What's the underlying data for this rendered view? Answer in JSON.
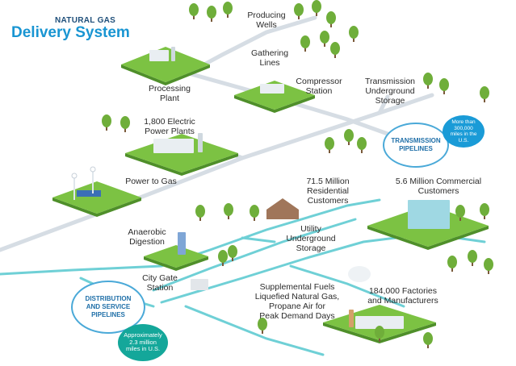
{
  "header": {
    "kicker": "NATURAL GAS",
    "title": "Delivery System"
  },
  "labels": {
    "producing_wells": "Producing\nWells",
    "gathering_lines": "Gathering\nLines",
    "processing_plant": "Processing\nPlant",
    "compressor_station": "Compressor\nStation",
    "transmission_storage": "Transmission\nUnderground\nStorage",
    "power_plants": "1,800 Electric\nPower Plants",
    "power_to_gas": "Power to Gas",
    "residential": "71.5 Million\nResidential\nCustomers",
    "commercial": "5.6 Million Commercial\nCustomers",
    "anaerobic": "Anaerobic\nDigestion",
    "utility_storage": "Utility\nUnderground\nStorage",
    "city_gate": "City Gate\nStation",
    "supplemental": "Supplemental Fuels\nLiquefied Natural Gas,\nPropane Air for\nPeak Demand Days",
    "factories": "184,000 Factories\nand Manufacturers"
  },
  "badges": {
    "transmission_pipelines": "TRANSMISSION\nPIPELINES",
    "transmission_miles": "More than\n300,000\nmiles in the\nU.S.",
    "distribution_pipelines": "DISTRIBUTION\nAND SERVICE\nPIPELINES",
    "distribution_miles": "Approximately\n2.3 million\nmiles in U.S."
  },
  "colors": {
    "pipe_gray": "#d6dde4",
    "pipe_teal": "#6fd0d6",
    "grass": "#7cc243",
    "grass_side": "#4f8f2a",
    "tree": "#6fae3a",
    "trunk": "#7a5a3a",
    "ring": "#4aa9d8",
    "blue": "#1a9bd7",
    "teal": "#14a79a",
    "title_blue": "#1995d2"
  }
}
